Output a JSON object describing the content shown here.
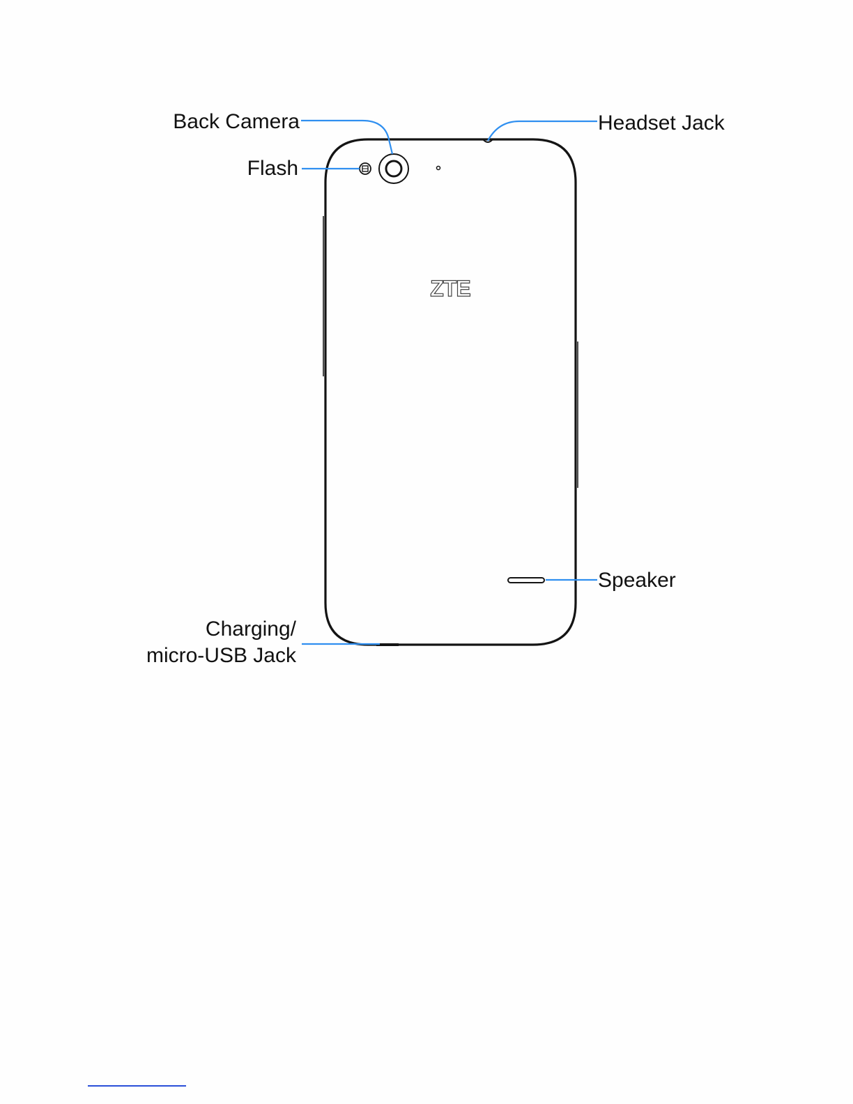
{
  "labels": {
    "back_camera": "Back Camera",
    "flash": "Flash",
    "headset_jack": "Headset Jack",
    "speaker": "Speaker",
    "charging_line1": "Charging/",
    "charging_line2": "micro-USB Jack"
  },
  "logo_text": "ZTE",
  "colors": {
    "leader": "#2f8ff0",
    "outline": "#141414",
    "text": "#111111",
    "footer_rule": "#2a4fd8"
  }
}
